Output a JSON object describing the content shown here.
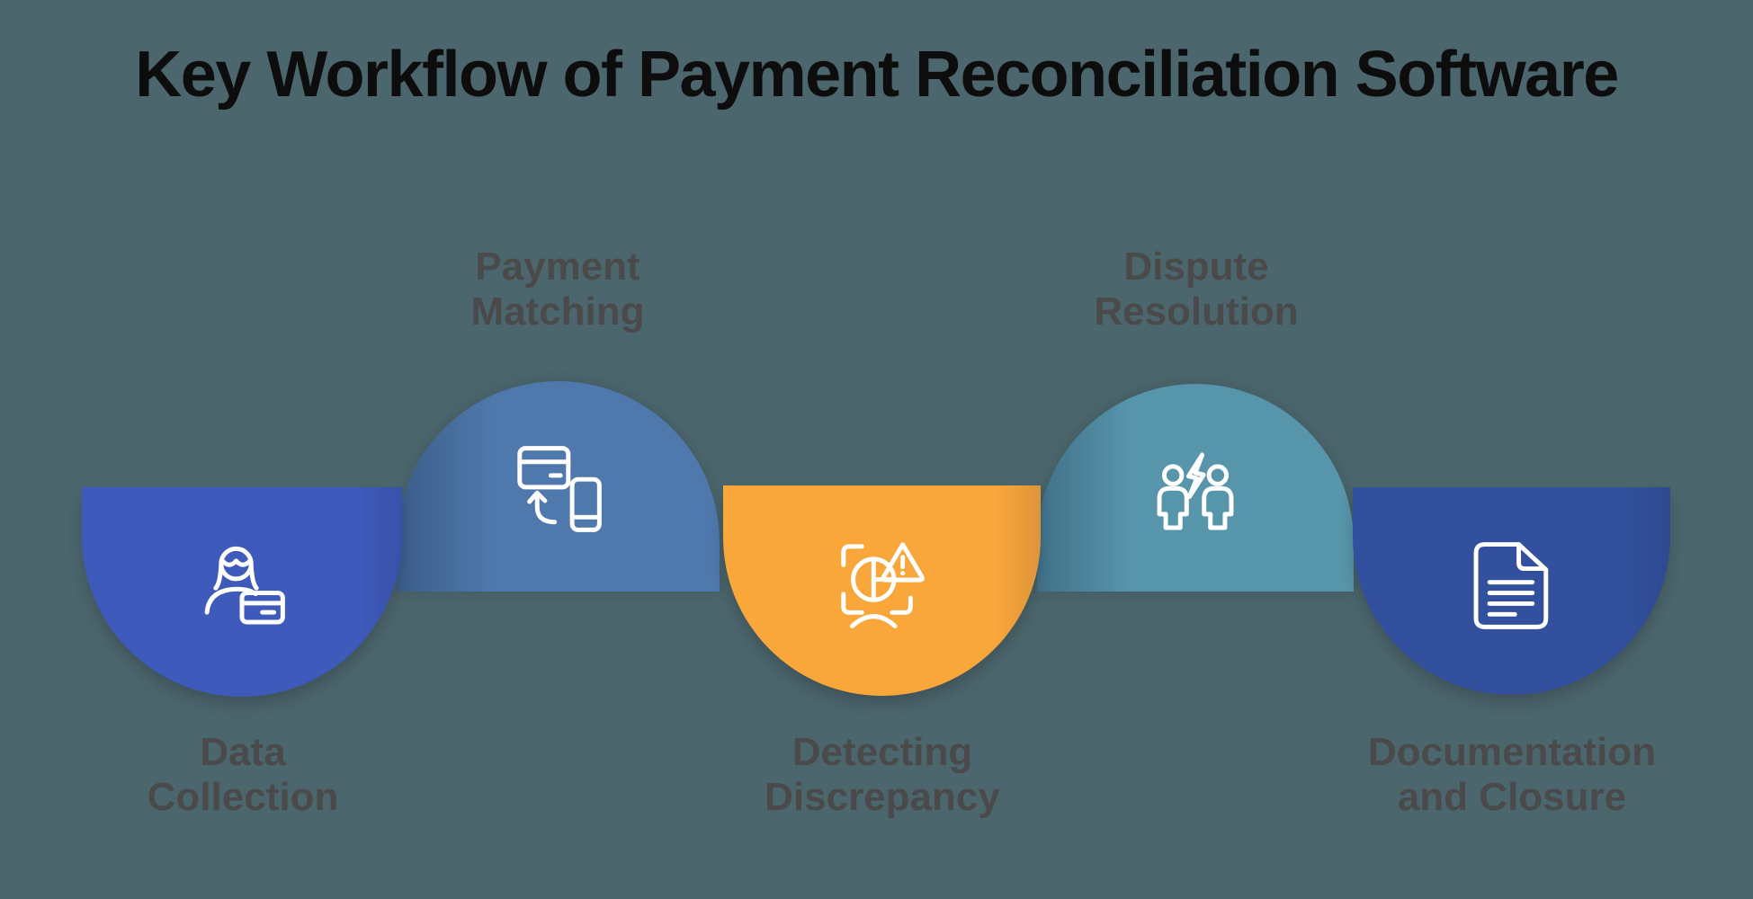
{
  "title": "Key Workflow of Payment Reconciliation Software",
  "colors": {
    "background": "#4C666D",
    "title_text": "#0D0D0D",
    "label_text": "#4A4A4A",
    "icon_stroke": "#FFFFFF",
    "step_1": "#3E5ABB",
    "step_2": "#4F79AC",
    "step_3": "#F9A63B",
    "step_4": "#5795AB",
    "step_5": "#32509D"
  },
  "steps": [
    {
      "label": "Data\nCollection",
      "label_position": "below",
      "shape": "dome-down",
      "color": "#3E5ABB",
      "icon": "person-credit-card-icon"
    },
    {
      "label": "Payment\nMatching",
      "label_position": "above",
      "shape": "dome-up",
      "color": "#4F79AC",
      "icon": "card-phone-transfer-icon"
    },
    {
      "label": "Detecting\nDiscrepancy",
      "label_position": "below",
      "shape": "dome-down",
      "color": "#F9A63B",
      "icon": "scan-pie-warning-icon"
    },
    {
      "label": "Dispute\nResolution",
      "label_position": "above",
      "shape": "dome-up",
      "color": "#5795AB",
      "icon": "people-conflict-icon"
    },
    {
      "label": "Documentation\nand Closure",
      "label_position": "below",
      "shape": "dome-down",
      "color": "#32509D",
      "icon": "document-icon"
    }
  ]
}
